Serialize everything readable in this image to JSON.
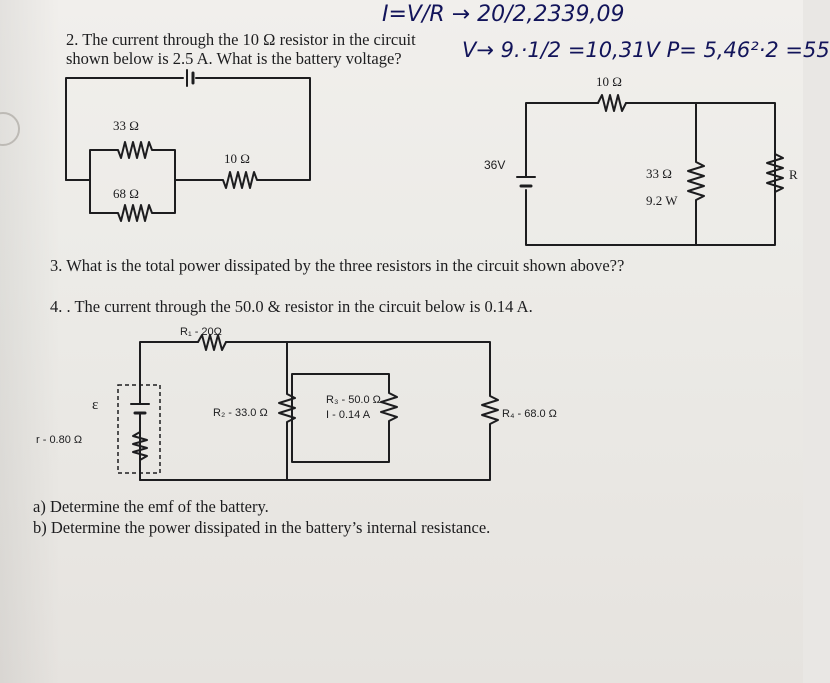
{
  "handwriting": {
    "line1": "I=V/R → 20/2,2339,09",
    "line2": "V→ 9.·1/2 =10,31V  P= 5,46²·2 =55"
  },
  "q2": {
    "text_line1": "2. The current through the 10 Ω resistor in the circuit",
    "text_line2": "shown below is 2.5 A. What is the battery voltage?",
    "r1": "33 Ω",
    "r2": "68 Ω",
    "r3": "10 Ω"
  },
  "circuit3": {
    "r_top": "10 Ω",
    "battery": "36V",
    "r_mid": "33 Ω",
    "r_mid_power": "9.2 W",
    "r_right": "R"
  },
  "q3": {
    "text": "3. What is the total power dissipated by the three resistors in the circuit shown above??"
  },
  "q4": {
    "text": "4. . The current through the 50.0 & resistor in the circuit below is 0.14 A.",
    "r1": "R₁ - 20Ω",
    "emf": "ε",
    "internal_r": "r - 0.80 Ω",
    "r2": "R₂ - 33.0 Ω",
    "r3_line1": "R₃ - 50.0 Ω",
    "r3_line2": "I - 0.14 A",
    "r4": "R₄ - 68.0 Ω"
  },
  "parts": {
    "a": "a) Determine the emf of the battery.",
    "b": "b) Determine the power dissipated in the battery’s internal resistance."
  }
}
